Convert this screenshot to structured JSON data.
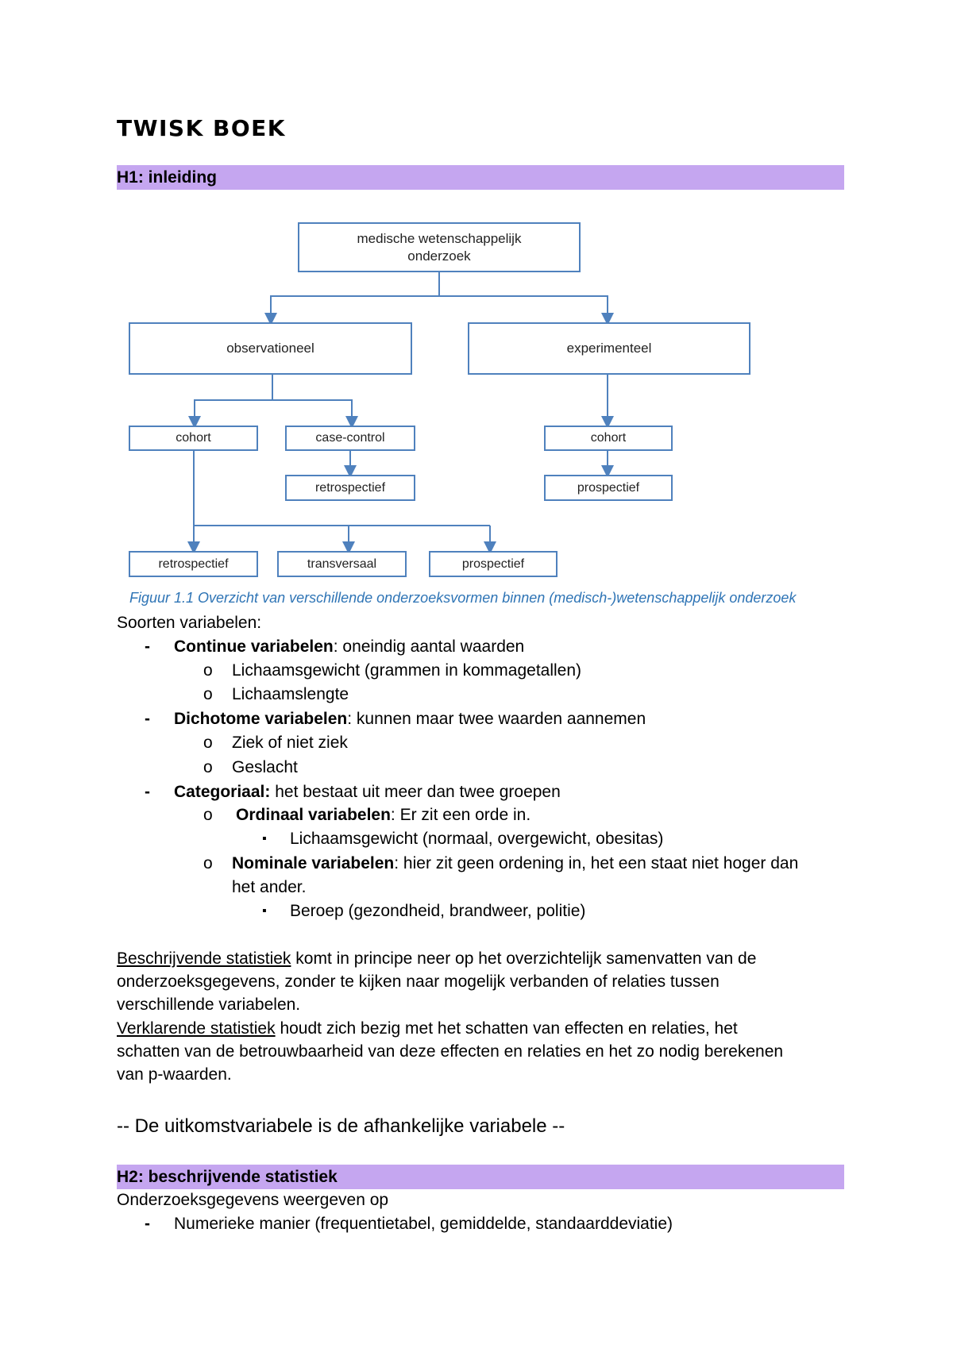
{
  "doc_title": "TWISK BOEK",
  "h1": "H1: inleiding",
  "diagram": {
    "root": "medische wetenschappelijk onderzoek",
    "observational": "observationeel",
    "experimental": "experimenteel",
    "obs_cohort": "cohort",
    "case_control": "case-control",
    "cc_retro": "retrospectief",
    "exp_cohort": "cohort",
    "exp_prosp": "prospectief",
    "bottom_retro": "retrospectief",
    "bottom_trans": "transversaal",
    "bottom_prosp": "prospectief",
    "caption": "Figuur 1.1  Overzicht van verschillende onderzoeksvormen binnen (medisch-)wetenschappelijk onderzoek",
    "line_color": "#4f81bd"
  },
  "types_intro": "Soorten variabelen:",
  "list": {
    "continue_term": "Continue variabelen",
    "continue_desc": ": oneindig aantal waarden",
    "continue_ex1": "Lichaamsgewicht (grammen in kommagetallen)",
    "continue_ex2": "Lichaamslengte",
    "dicho_term": "Dichotome variabelen",
    "dicho_desc": ": kunnen maar twee waarden aannemen",
    "dicho_ex1": "Ziek of niet ziek",
    "dicho_ex2": "Geslacht",
    "cat_term": "Categoriaal:",
    "cat_desc": " het bestaat uit meer dan twee groepen",
    "ord_term": "Ordinaal variabelen",
    "ord_desc": ": Er zit een orde in.",
    "ord_ex": "Lichaamsgewicht (normaal, overgewicht, obesitas)",
    "nom_term": "Nominale variabelen",
    "nom_desc_1": ": hier zit geen ordening in, het een staat niet hoger dan",
    "nom_desc_2": "het ander.",
    "nom_ex": "Beroep (gezondheid, brandweer, politie)"
  },
  "descriptive": {
    "term": "Beschrijvende statistiek",
    "line1": " komt in principe neer op het overzichtelijk samenvatten van de",
    "line2": "onderzoeksgegevens, zonder te kijken naar mogelijk verbanden of relaties tussen",
    "line3": "verschillende variabelen."
  },
  "explanatory": {
    "term": "Verklarende statistiek",
    "line1": " houdt zich bezig met het schatten van effecten en relaties, het",
    "line2": "schatten van de betrouwbaarheid van deze effecten en relaties en het zo nodig berekenen",
    "line3": "van p-waarden."
  },
  "outcome_note": "-- De uitkomstvariabele is de afhankelijke variabele --",
  "h2": "H2: beschrijvende statistiek",
  "h2_intro": "Onderzoeksgegevens weergeven op",
  "h2_item1": "Numerieke manier (frequentietabel, gemiddelde, standaarddeviatie)",
  "markers": {
    "dash": "-",
    "circle": "o",
    "square": "▪"
  },
  "heading_color": "#c5a6f0",
  "caption_color": "#2e74b5"
}
